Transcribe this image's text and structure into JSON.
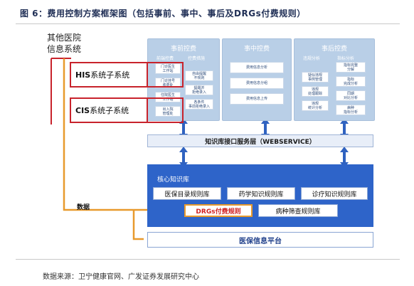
{
  "figure_title": "图 6：费用控制方案框架图（包括事前、事中、事后及DRGs付费规则）",
  "other_systems": [
    "其他医院",
    "信息系统"
  ],
  "panels": {
    "pre": {
      "title": "事前控费",
      "sub1": "前端控费",
      "sub2": "控费措施",
      "col1": [
        "门诊医生\n工作站",
        "门诊挂号\n收费处",
        "住院医生\n工作站",
        "出入院\n管理处"
      ],
      "col2": [
        "自由提醒\n不规则",
        "提醒并\n拒绝录入",
        "各条件\n事前拒绝录入"
      ]
    },
    "during": {
      "title": "事中控费",
      "items": [
        "费用信息分析",
        "费用信息分组",
        "费用信息上传"
      ]
    },
    "post": {
      "title": "事后控费",
      "sub1": "违规分析",
      "sub2": "指标分析",
      "col1": [
        "疑似违规\n事例管理",
        "违规\n处理跟踪",
        "违规\n统计分析"
      ],
      "col2": [
        "指标完整\n分解",
        "指标\n完成分析",
        "同期\n对比分析",
        "病种\n指标分析"
      ]
    }
  },
  "systems": {
    "his": {
      "code": "HIS",
      "name": "系统子系统"
    },
    "cis": {
      "code": "CIS",
      "name": "系统子系统"
    }
  },
  "interface_bar": "知识库接口服务层（WEBSERVICE）",
  "knowledge_base": {
    "title": "核心知识库",
    "rules": [
      "医保目录规则库",
      "药学知识规则库",
      "诊疗知识规则库",
      "病种筛查规则库"
    ],
    "drg": "DRGs付费规则"
  },
  "data_label": "数据",
  "platform": "医保信息平台",
  "source": "数据来源：卫宁健康官网、广发证券发展研究中心",
  "colors": {
    "panel": "#b9cfe7",
    "knowledge_base": "#2e64c9",
    "accent_red": "#c8232c",
    "accent_orange": "#e89a2d",
    "arrow_blue": "#2f62c0"
  }
}
